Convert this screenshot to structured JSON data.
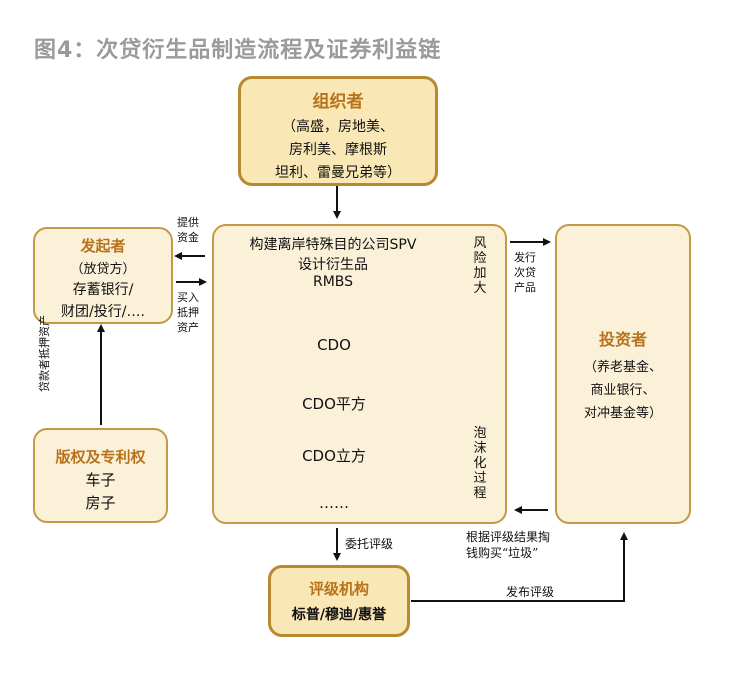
{
  "title": "图4：次贷衍生品制造流程及证券利益链",
  "organizer": {
    "heading": "组织者",
    "lines": [
      "（高盛，房地美、",
      "房利美、摩根斯",
      "坦利、雷曼兄弟等）"
    ]
  },
  "originator": {
    "heading": "发起者",
    "lines": [
      "（放贷方）",
      "存蓄银行/",
      "财团/投行/…."
    ]
  },
  "patent": {
    "heading": "版权及专利权",
    "lines": [
      "车子",
      "房子"
    ]
  },
  "spv": {
    "lines": [
      "构建离岸特殊目的公司SPV",
      "设计衍生品",
      "RMBS"
    ],
    "flow": [
      "CDO",
      "CDO平方",
      "CDO立方",
      "……"
    ],
    "risk": "风险加大",
    "bubble": "泡沫化过程"
  },
  "investor": {
    "heading": "投资者",
    "lines": [
      "（养老基金、",
      "商业银行、",
      "对冲基金等）"
    ]
  },
  "rating": {
    "heading": "评级机构",
    "lines": [
      "标普/穆迪/惠誉"
    ]
  },
  "labels": {
    "provide_funds": [
      "提供",
      "资金"
    ],
    "buy_mortgage": [
      "买入",
      "抵押",
      "资产"
    ],
    "issue_products": [
      "发行",
      "次贷",
      "产品"
    ],
    "loan_mortgage": "贷款者抵押资产",
    "entrust_rating": "委托评级",
    "buy_junk": [
      "根据评级结果掏",
      "钱购买“垃圾”"
    ],
    "publish_rating": "发布评级"
  }
}
